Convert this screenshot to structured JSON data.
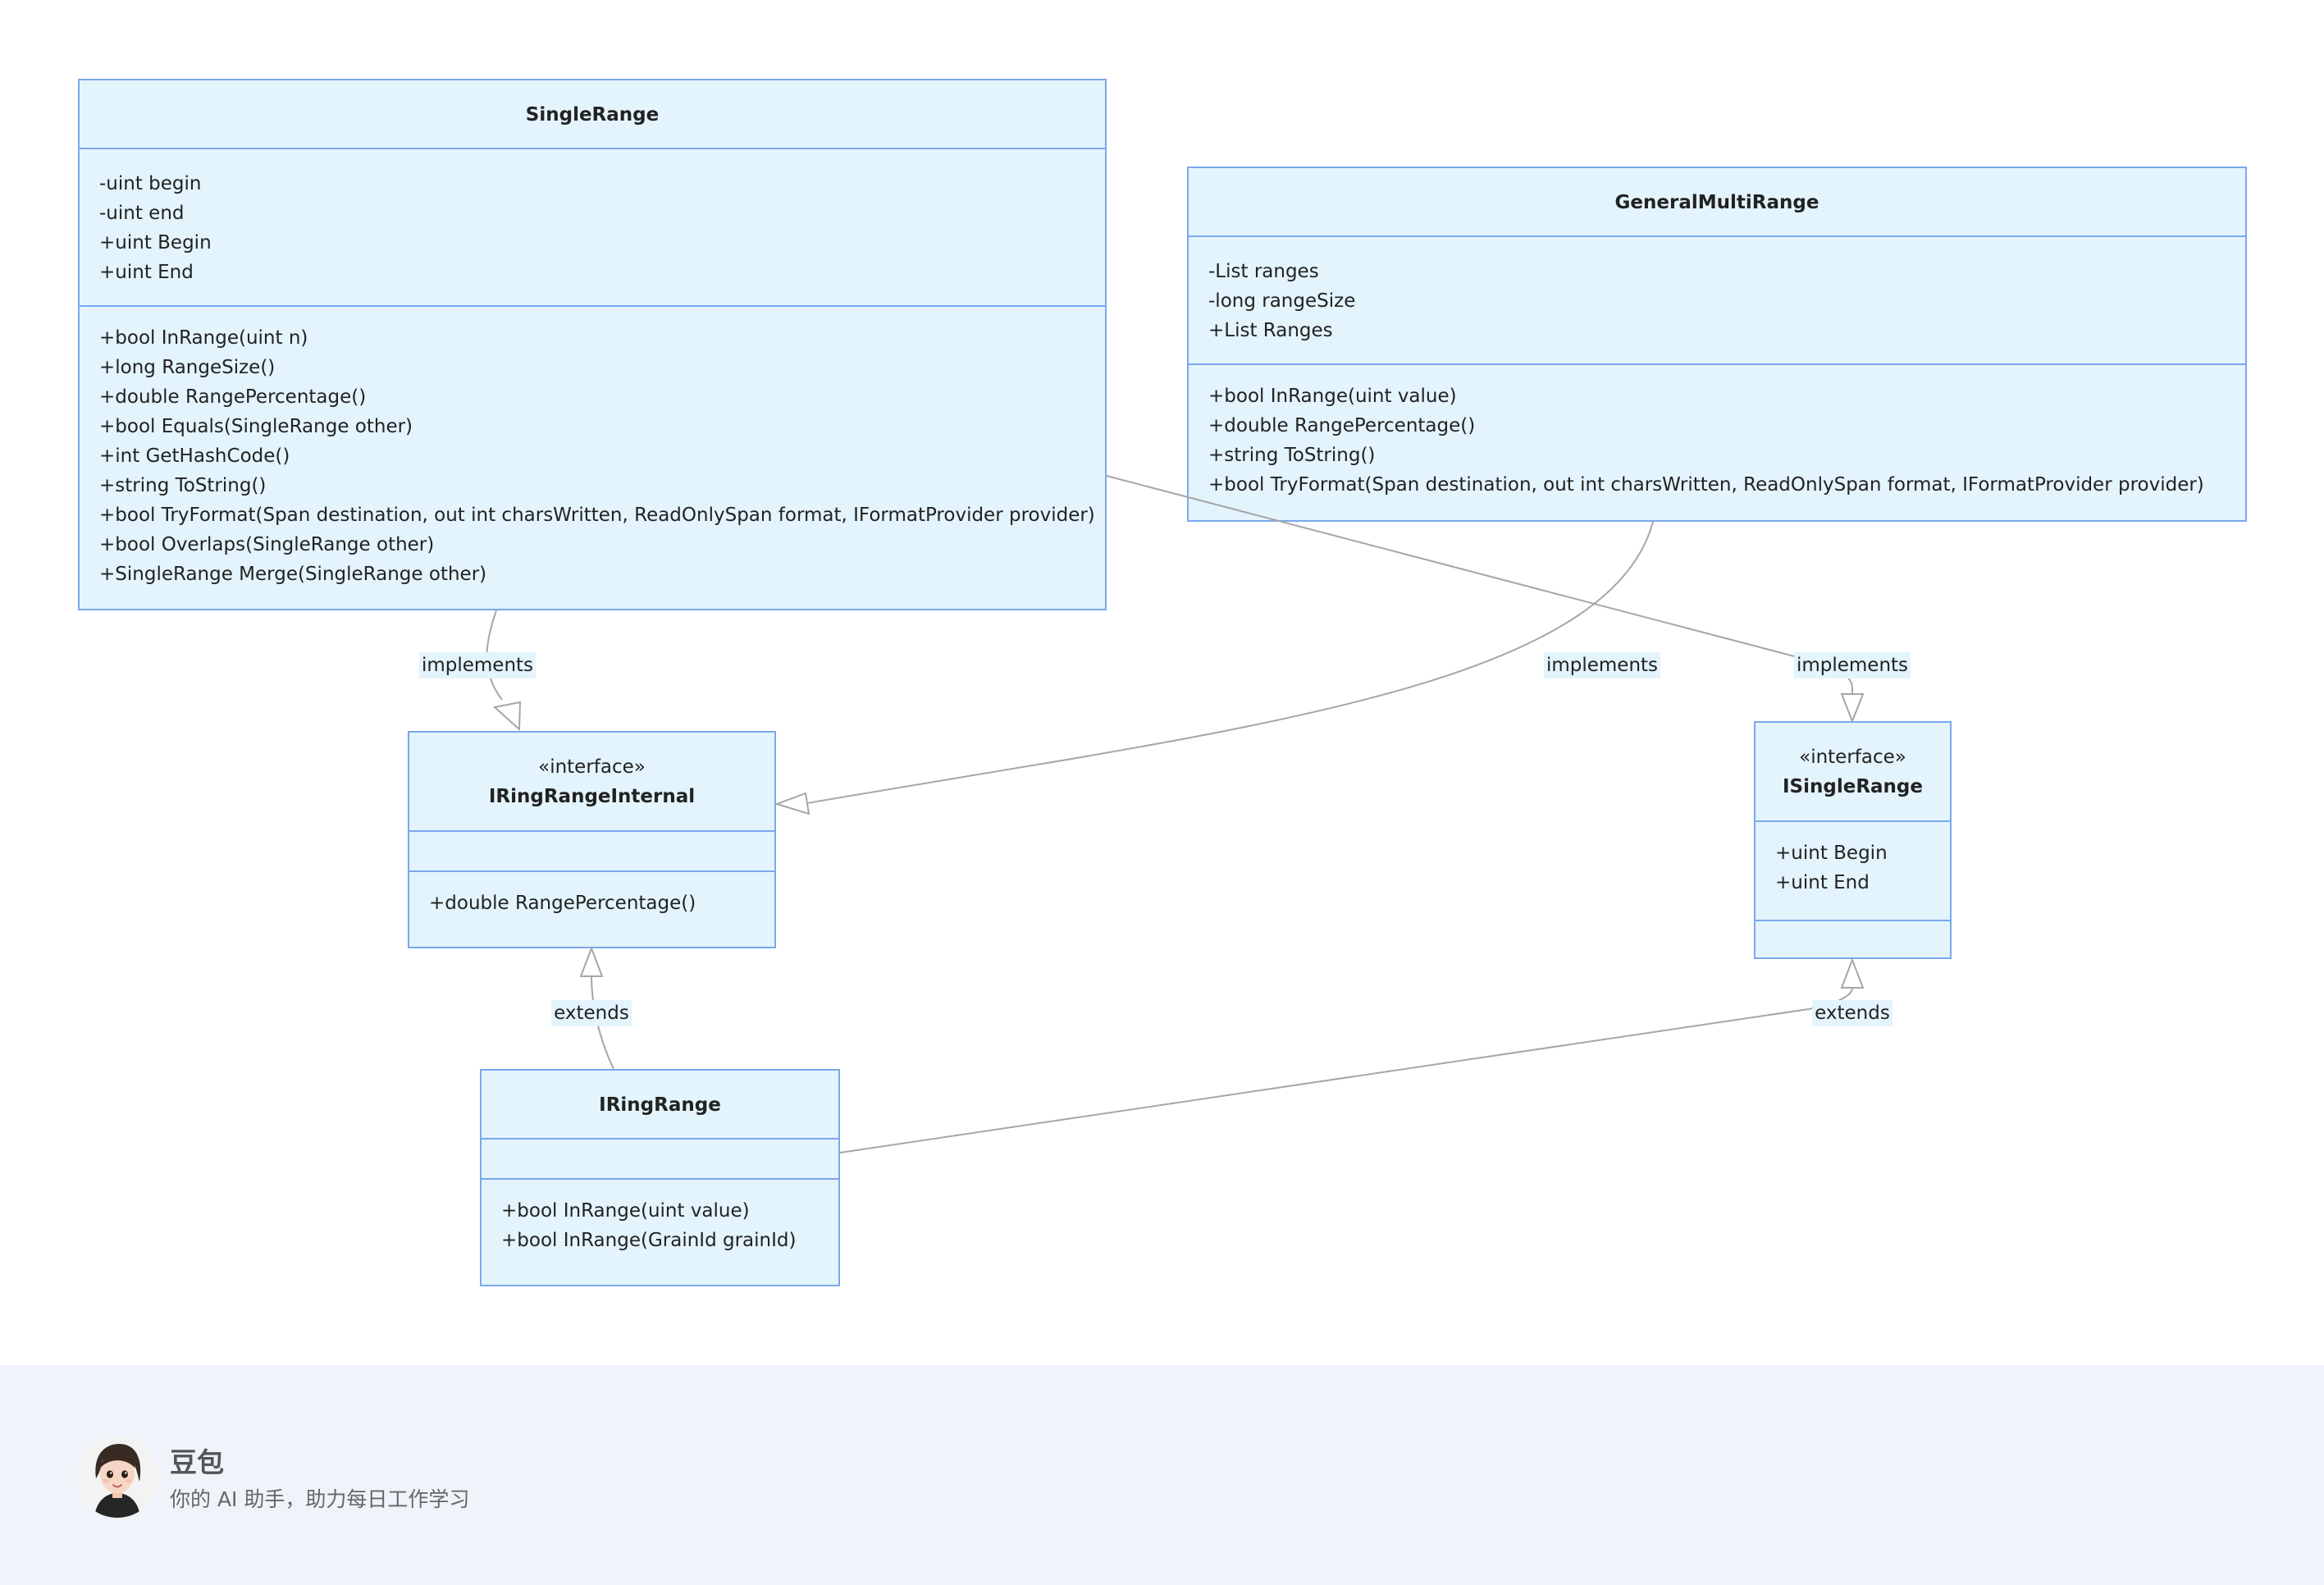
{
  "classes": {
    "single_range": {
      "name": "SingleRange",
      "attributes": [
        "-uint begin",
        "-uint end",
        "+uint Begin",
        "+uint End"
      ],
      "methods": [
        "+bool InRange(uint n)",
        "+long RangeSize()",
        "+double RangePercentage()",
        "+bool Equals(SingleRange other)",
        "+int GetHashCode()",
        "+string ToString()",
        "+bool TryFormat(Span destination, out int charsWritten, ReadOnlySpan format, IFormatProvider provider)",
        "+bool Overlaps(SingleRange other)",
        "+SingleRange Merge(SingleRange other)"
      ]
    },
    "general_multi_range": {
      "name": "GeneralMultiRange",
      "attributes": [
        "-List ranges",
        "-long rangeSize",
        "+List Ranges"
      ],
      "methods": [
        "+bool InRange(uint value)",
        "+double RangePercentage()",
        "+string ToString()",
        "+bool TryFormat(Span destination, out int charsWritten, ReadOnlySpan format, IFormatProvider provider)"
      ]
    },
    "iring_range_internal": {
      "stereotype": "«interface»",
      "name": "IRingRangeInternal",
      "attributes": [],
      "methods": [
        "+double RangePercentage()"
      ]
    },
    "isingle_range": {
      "stereotype": "«interface»",
      "name": "ISingleRange",
      "attributes": [
        "+uint Begin",
        "+uint End"
      ],
      "methods": []
    },
    "iring_range": {
      "name": "IRingRange",
      "attributes": [],
      "methods": [
        "+bool InRange(uint value)",
        "+bool InRange(GrainId grainId)"
      ]
    }
  },
  "relations": {
    "single_to_internal": "implements",
    "multi_to_internal": "implements",
    "single_to_isingle": "implements",
    "iring_to_internal": "extends",
    "iring_to_isingle": "extends"
  },
  "colors": {
    "box_fill": "#e3f4fc",
    "box_border": "#7aa8ec",
    "edge": "#a6a6a6",
    "footer_bg": "#eff4fb"
  },
  "footer": {
    "avatar_icon": "assistant-avatar-icon",
    "brand_name": "豆包",
    "tagline": "你的 AI 助手，助力每日工作学习"
  }
}
